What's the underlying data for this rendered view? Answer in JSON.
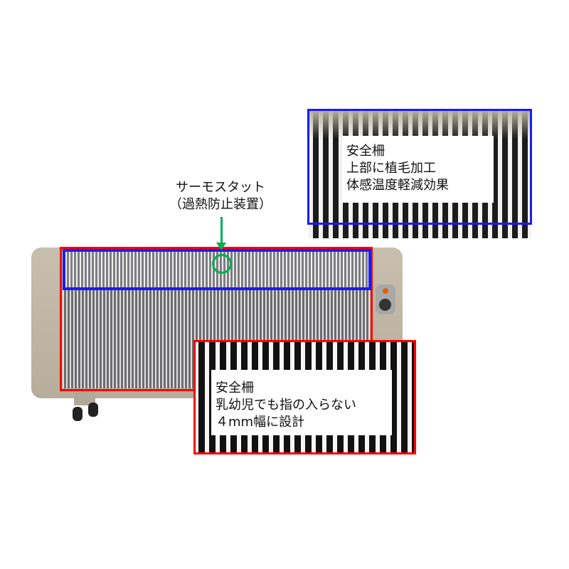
{
  "thermostat": {
    "title": "サーモスタット",
    "subtitle": "（過熱防止装置）"
  },
  "top_callout": {
    "lines": [
      "安全柵",
      "上部に植毛加工",
      "体感温度軽減効果"
    ]
  },
  "bottom_callout": {
    "lines": [
      "安全柵",
      "乳幼児でも指の入らない",
      "４mm幅に設計"
    ]
  },
  "colors": {
    "red_frame": "#ff0000",
    "blue_frame": "#1a1aff",
    "green_marker": "#00b050"
  }
}
